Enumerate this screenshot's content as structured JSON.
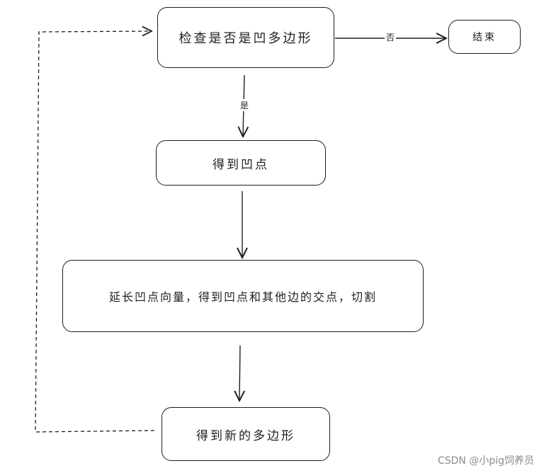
{
  "nodes": {
    "check": "检查是否是凹多边形",
    "end": "结束",
    "get_concave": "得到凹点",
    "extend": "延长凹点向量，得到凹点和其他边的交点，切割",
    "new_polygon": "得到新的多边形"
  },
  "edges": {
    "no_label": "否",
    "yes_label": "是"
  },
  "watermark": "CSDN @小pig饲养员",
  "colors": {
    "stroke": "#1e1e1e",
    "background": "#ffffff",
    "watermark": "#8a8a8a"
  }
}
